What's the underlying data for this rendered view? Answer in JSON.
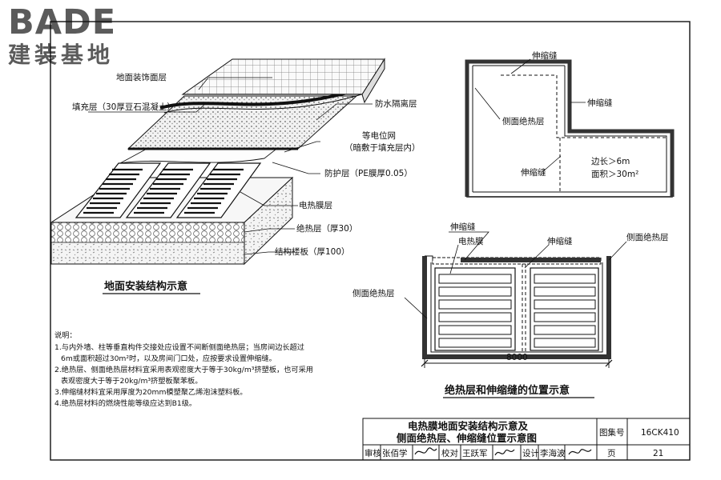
{
  "logo": {
    "brand": "BADE",
    "subtitle": "建装基地"
  },
  "floor_diagram": {
    "caption": "地面安装结构示意",
    "labels": {
      "finish": "地面装饰面层",
      "fill": "填充层（30厚豆石混凝土）",
      "waterproof": "防水隔离层",
      "equipotential_1": "等电位网",
      "equipotential_2": "（暗敷于填充层内）",
      "protect": "防护层（PE膜厚0.05）",
      "film": "电热膜层",
      "insulation": "绝热层（厚30）",
      "slab": "结构楼板（厚100）"
    }
  },
  "joint_plan": {
    "labels": {
      "joint_top": "伸缩缝",
      "joint_right": "伸缩缝",
      "side_insulation": "侧面绝热层",
      "joint_left": "伸缩缝",
      "rule_1": "边长＞6m",
      "rule_2": "面积＞30m²"
    }
  },
  "joint_section": {
    "caption": "绝热层和伸缩缝的位置示意",
    "labels": {
      "joint_a": "伸缩缝",
      "film": "电热膜",
      "joint_b": "伸缩缝",
      "side_insulation_right": "侧面绝热层",
      "side_insulation_left": "侧面绝热层",
      "dimension": "8000"
    }
  },
  "notes": {
    "heading": "说明：",
    "lines": [
      "1.与内外墙、柱等垂直构件交接处应设置不间断侧面绝热层；当房间边长超过",
      "6m或面积超过30m²时，以及房间门口处，应按要求设置伸缩缝。",
      "2.绝热层、侧面绝热层材料宜采用表观密度大于等于30kg/m³挤塑板，也可采用",
      "表观密度大于等于20kg/m³挤塑板聚苯板。",
      "3.伸缩缝材料宜采用厚度为20mm模塑聚乙烯泡沫塑料板。",
      "4.绝热层材料的燃烧性能等级应达到B1级。"
    ]
  },
  "title_block": {
    "title_1": "电热膜地面安装结构示意及",
    "title_2": "侧面绝热层、伸缩缝位置示意图",
    "atlas_label": "图集号",
    "atlas_no": "16CK410",
    "review_label": "审核",
    "reviewer": "张佰学",
    "check_label": "校对",
    "checker": "王跃军",
    "design_label": "设计",
    "designer": "李海波",
    "page_label": "页",
    "page_no": "21"
  },
  "colors": {
    "ink": "#111111",
    "accent_blue": "#1f5fa8",
    "logo_gray": "#5b5b5b"
  }
}
